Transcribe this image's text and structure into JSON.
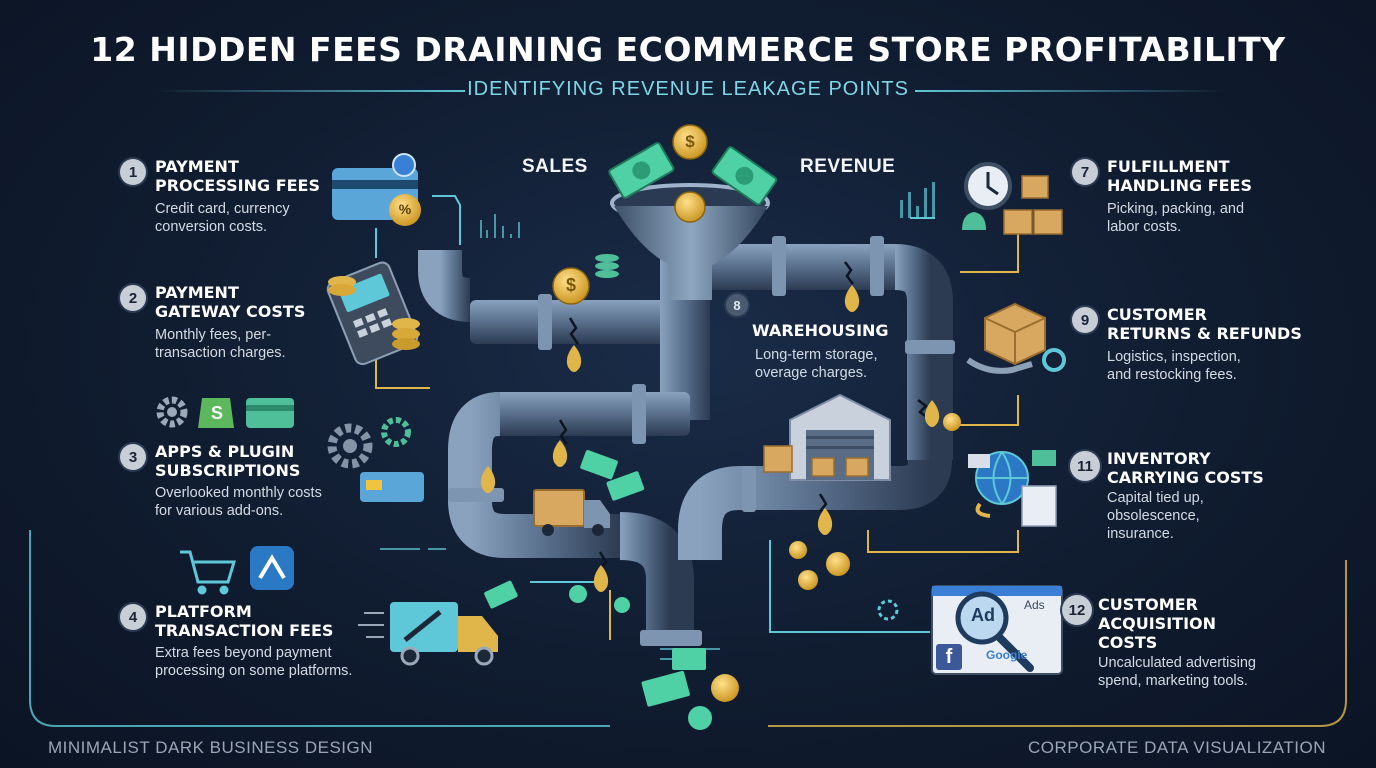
{
  "header": {
    "title": "12 HIDDEN FEES DRAINING ECOMMERCE STORE PROFITABILITY",
    "subtitle": "IDENTIFYING REVENUE LEAKAGE POINTS"
  },
  "flow": {
    "sales_label": "SALES",
    "revenue_label": "REVENUE"
  },
  "fees": [
    {
      "num": "1",
      "title": "PAYMENT\nPROCESSING FEES",
      "desc": "Credit card, currency\nconversion costs."
    },
    {
      "num": "2",
      "title": "PAYMENT\nGATEWAY COSTS",
      "desc": "Monthly fees, per-\ntransaction charges."
    },
    {
      "num": "3",
      "title": "APPS & PLUGIN\nSUBSCRIPTIONS",
      "desc": "Overlooked monthly costs\nfor various add-ons."
    },
    {
      "num": "4",
      "title": "PLATFORM\nTRANSACTION FEES",
      "desc": "Extra fees beyond payment\nprocessing on some platforms."
    },
    {
      "num": "7",
      "title": "FULFILLMENT\nHANDLING FEES",
      "desc": "Picking, packing, and\nlabor costs."
    },
    {
      "num": "8",
      "title": "WAREHOUSING",
      "desc": "Long-term storage,\noverage charges."
    },
    {
      "num": "9",
      "title": "CUSTOMER\nRETURNS & REFUNDS",
      "desc": "Logistics, inspection,\nand restocking fees."
    },
    {
      "num": "11",
      "title": "INVENTORY\nCARRYING COSTS",
      "desc": "Capital tied up,\nobsolescence,\ninsurance."
    },
    {
      "num": "12",
      "title": "CUSTOMER\nACQUISITION\nCOSTS",
      "desc": "Uncalculated advertising\nspend, marketing tools."
    }
  ],
  "icons": {
    "ad_badge": "Ad",
    "ads_text": "Ads",
    "google_text": "Google",
    "facebook_letter": "f",
    "shopify_letter": "S",
    "dollar": "$",
    "percent": "%"
  },
  "footer": {
    "left": "MINIMALIST DARK BUSINESS DESIGN",
    "right": "CORPORATE DATA VISUALIZATION"
  },
  "colors": {
    "accent_teal": "#5ec8d8",
    "accent_gold": "#e0b64a",
    "pipe": "#5d7491",
    "money_green": "#4fd1a5"
  }
}
